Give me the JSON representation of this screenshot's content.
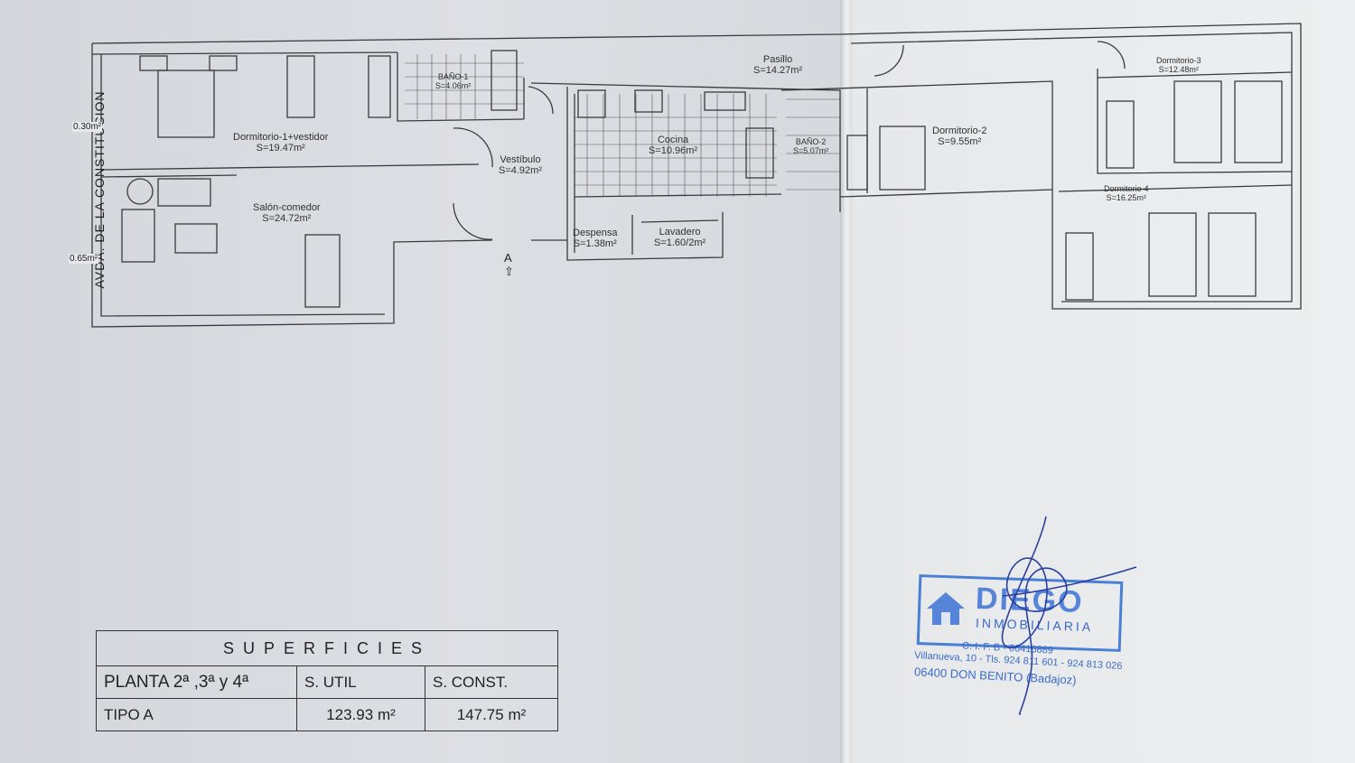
{
  "street": "AVDA. DE LA CONSTITUCION",
  "entrance_marker": "A",
  "terraces": [
    "0.30m²",
    "0.65m²"
  ],
  "rooms": [
    {
      "id": "dormitorio-1",
      "name": "Dormitorio-1+vestidor",
      "area": "S=19.47m²"
    },
    {
      "id": "salon",
      "name": "Salón-comedor",
      "area": "S=24.72m²"
    },
    {
      "id": "bano-1",
      "name": "BAÑO-1",
      "area": "S=4.06m²"
    },
    {
      "id": "vestibulo",
      "name": "Vestíbulo",
      "area": "S=4.92m²"
    },
    {
      "id": "cocina",
      "name": "Cocina",
      "area": "S=10.96m²"
    },
    {
      "id": "despensa",
      "name": "Despensa",
      "area": "S=1.38m²"
    },
    {
      "id": "lavadero",
      "name": "Lavadero",
      "area": "S=1.60/2m²"
    },
    {
      "id": "pasillo",
      "name": "Pasillo",
      "area": "S=14.27m²"
    },
    {
      "id": "bano-2",
      "name": "BAÑO-2",
      "area": "S=5.07m²"
    },
    {
      "id": "dormitorio-2",
      "name": "Dormitorio-2",
      "area": "S=9.55m²"
    },
    {
      "id": "dormitorio-3",
      "name": "Dormitorio-3",
      "area": "S=12.48m²"
    },
    {
      "id": "dormitorio-4",
      "name": "Dormitorio-4",
      "area": "S=16.25m²"
    }
  ],
  "table": {
    "title": "SUPERFICIES",
    "floor_label": "PLANTA 2ª ,3ª y 4ª",
    "col_util": "S. UTIL",
    "col_const": "S. CONST.",
    "type_label": "TIPO  A",
    "util_value": "123.93 m²",
    "const_value": "147.75 m²"
  },
  "stamp": {
    "brand": "DIEGO",
    "subtitle": "INMOBILIARIA",
    "cif": "C. I. F. B - 06416889",
    "address": "Villanueva, 10 - Tls. 924 811 601 - 924 813 026",
    "city": "06400  DON  BENITO  (Badajoz)"
  }
}
